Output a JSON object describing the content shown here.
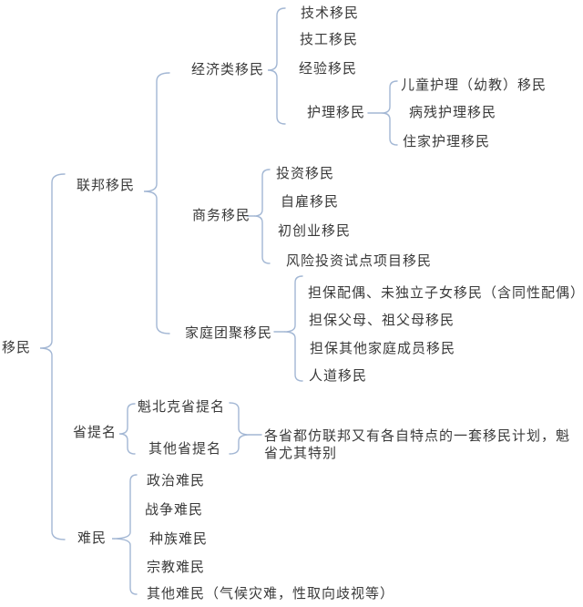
{
  "mindmap": {
    "root": {
      "label": "移民"
    },
    "federal": {
      "label": "联邦移民",
      "economic": {
        "label": "经济类移民",
        "skilled": "技术移民",
        "trades": "技工移民",
        "experience": "经验移民",
        "caregiver": {
          "label": "护理移民",
          "child_care": "儿童护理（幼教）移民",
          "disability_care": "病残护理移民",
          "home_care": "住家护理移民"
        }
      },
      "business": {
        "label": "商务移民",
        "investor": "投资移民",
        "self_employed": "自雇移民",
        "startup": "初创业移民",
        "venture_pilot": "风险投资试点项目移民"
      },
      "family": {
        "label": "家庭团聚移民",
        "spouse": "担保配偶、未独立子女移民（含同性配偶）",
        "parents": "担保父母、祖父母移民",
        "other_members": "担保其他家庭成员移民",
        "humanitarian": "人道移民"
      }
    },
    "provincial": {
      "label": "省提名",
      "quebec": "魁北克省提名",
      "other": "其他省提名",
      "note": "各省都仿联邦又有各自特点的一套移民计划，魁省尤其特别"
    },
    "refugee": {
      "label": "难民",
      "political": "政治难民",
      "war": "战争难民",
      "ethnic": "种族难民",
      "religious": "宗教难民",
      "other": "其他难民（气候灾难，性取向歧视等）"
    }
  },
  "colors": {
    "brace": "#a3b7d4",
    "text": "#3a3a3a",
    "background": "#ffffff"
  }
}
